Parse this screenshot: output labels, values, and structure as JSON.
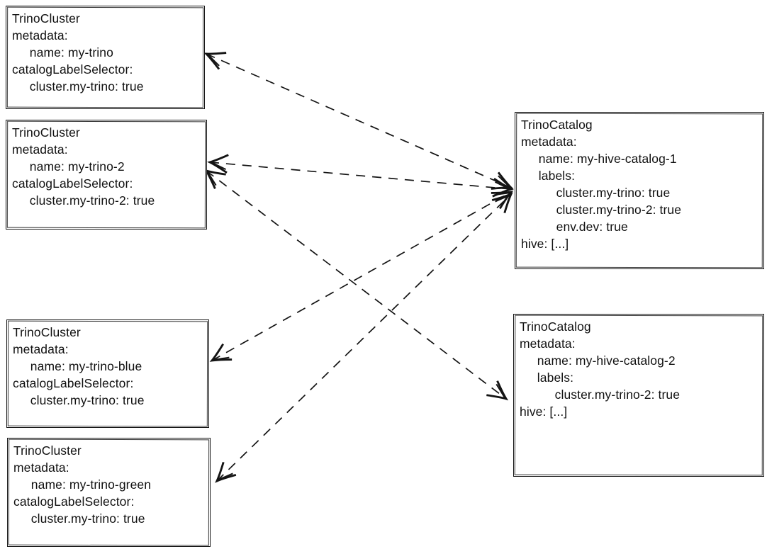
{
  "boxes": {
    "cluster1": {
      "kind": "TrinoCluster",
      "name": "my-trino",
      "lines": [
        "TrinoCluster",
        "metadata:",
        "     name: my-trino",
        "catalogLabelSelector:",
        "     cluster.my-trino: true"
      ]
    },
    "cluster2": {
      "kind": "TrinoCluster",
      "name": "my-trino-2",
      "lines": [
        "TrinoCluster",
        "metadata:",
        "     name: my-trino-2",
        "catalogLabelSelector:",
        "     cluster.my-trino-2: true"
      ]
    },
    "cluster3": {
      "kind": "TrinoCluster",
      "name": "my-trino-blue",
      "lines": [
        "TrinoCluster",
        "metadata:",
        "     name: my-trino-blue",
        "catalogLabelSelector:",
        "     cluster.my-trino: true"
      ]
    },
    "cluster4": {
      "kind": "TrinoCluster",
      "name": "my-trino-green",
      "lines": [
        "TrinoCluster",
        "metadata:",
        "     name: my-trino-green",
        "catalogLabelSelector:",
        "     cluster.my-trino: true"
      ]
    },
    "catalog1": {
      "kind": "TrinoCatalog",
      "name": "my-hive-catalog-1",
      "lines": [
        "TrinoCatalog",
        "metadata:",
        "     name: my-hive-catalog-1",
        "     labels:",
        "          cluster.my-trino: true",
        "          cluster.my-trino-2: true",
        "          env.dev: true",
        "hive: [...]"
      ]
    },
    "catalog2": {
      "kind": "TrinoCatalog",
      "name": "my-hive-catalog-2",
      "lines": [
        "TrinoCatalog",
        "metadata:",
        "     name: my-hive-catalog-2",
        "     labels:",
        "          cluster.my-trino-2: true",
        "hive: [...]"
      ]
    }
  },
  "edges": [
    {
      "from": "TrinoCluster/my-trino",
      "to": "TrinoCatalog/my-hive-catalog-1",
      "style": "dashed",
      "arrows": "both"
    },
    {
      "from": "TrinoCluster/my-trino-2",
      "to": "TrinoCatalog/my-hive-catalog-1",
      "style": "dashed",
      "arrows": "both"
    },
    {
      "from": "TrinoCluster/my-trino-blue",
      "to": "TrinoCatalog/my-hive-catalog-1",
      "style": "dashed",
      "arrows": "both"
    },
    {
      "from": "TrinoCluster/my-trino-green",
      "to": "TrinoCatalog/my-hive-catalog-1",
      "style": "dashed",
      "arrows": "both"
    },
    {
      "from": "TrinoCluster/my-trino-2",
      "to": "TrinoCatalog/my-hive-catalog-2",
      "style": "dashed",
      "arrows": "both"
    }
  ],
  "colors": {
    "stroke": "#141414",
    "background": "#ffffff"
  }
}
